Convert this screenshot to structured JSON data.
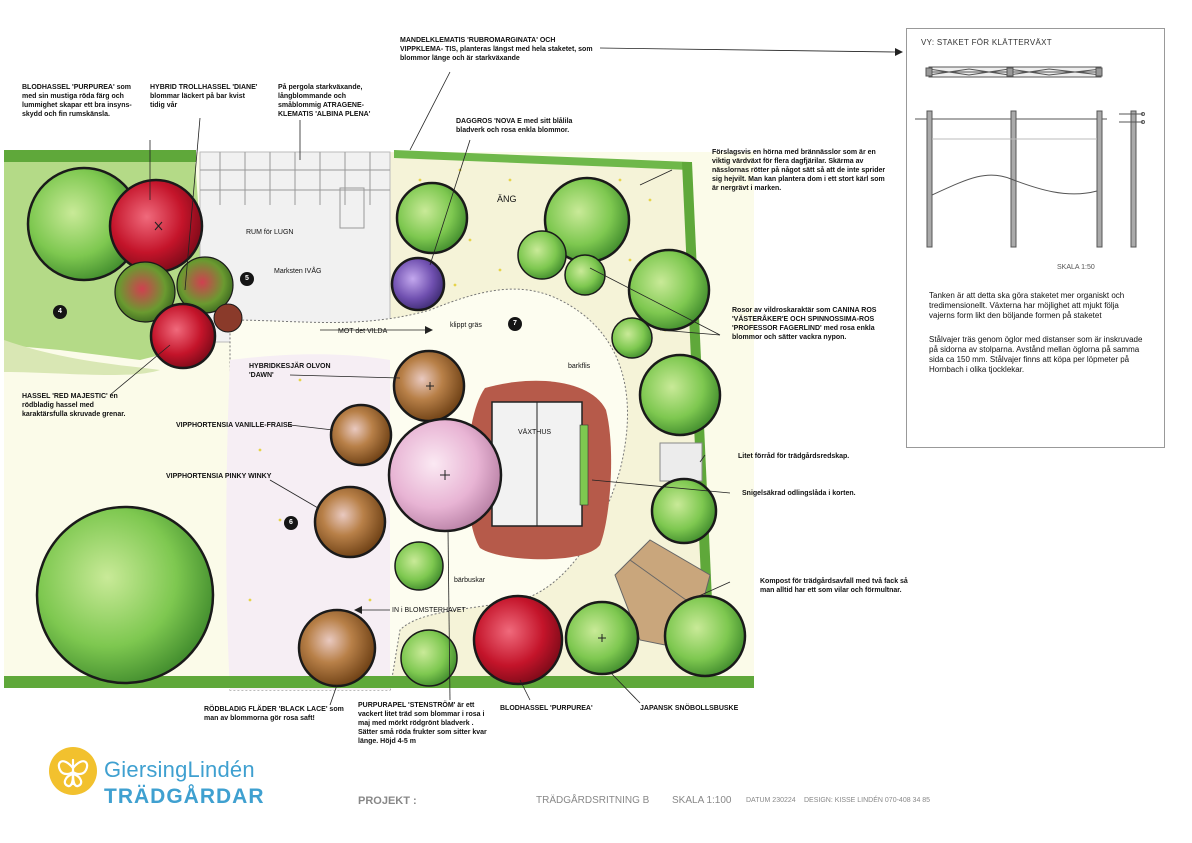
{
  "brand": {
    "name": "GiersingLindén",
    "sub": "TRÄDGÅRDAR",
    "color": "#3fa0d0",
    "accent": "#f2c12e",
    "icon": "butterfly-logo-icon"
  },
  "footer": {
    "project": "PROJEKT :",
    "title": "TRÄDGÅRDSRITNING B",
    "scale": "SKALA 1:100",
    "date": "DATUM 230224",
    "design": "DESIGN: KISSE LINDÉN 070-408 34 85"
  },
  "detail": {
    "title": "VY: STAKET FÖR KLÄTTERVÄXT",
    "scale": "SKALA 1:50",
    "text1": "Tanken är att detta ska göra staketet mer organiskt och tredimensionellt. Växterna har möjlighet att mjukt följa vajerns form likt den böljande formen på staketet",
    "text2": "Stålvajer träs genom öglor med distanser som är inskruvade på sidorna av stolparna. Avstånd mellan öglorna på samma sida ca 150 mm. Stålvajer finns att köpa per löpmeter på Hornbach i olika tjocklekar."
  },
  "areas": {
    "rum": "RUM för LUGN",
    "marksten": "Marksten IVÅG",
    "ang": "ÄNG",
    "mot_vilda": "MOT det VILDA",
    "klippt": "klippt gräs",
    "barkflis": "barkflis",
    "vaxthus": "VÄXTHUS",
    "barbuskar": "bärbuskar",
    "blomsterhavet": "IN i BLOMSTERHAVET"
  },
  "numbers": {
    "n4": "4",
    "n5": "5",
    "n6": "6",
    "n7": "7"
  },
  "labels": {
    "blodhassel1": "BLODHASSEL 'PURPUREA' som med sin mustiga röda färg och lummighet skapar ett bra insyns- skydd och fin rumskänsla.",
    "trollhassel": "HYBRID TROLLHASSEL 'DIANE' blommar läckert på bar kvist tidig vår",
    "pergola": "På pergola starkväxande, långblommande och småblommig ATRAGENE-KLEMATIS 'ALBINA PLENA'",
    "mandelklematis": "MANDELKLEMATIS 'RUBROMARGINATA' OCH VIPPKLEMA- TIS, planteras längst med hela staketet, som blommor länge och är starkväxande",
    "daggros": "DAGGROS 'NOVA E med sitt blålila bladverk och rosa enkla blommor.",
    "brannasslor": "Förslagsvis en hörna med brännässlor som är en viktig värdväxt för flera dagfjärilar. Skärma av nässlornas rötter på något sätt så att de inte sprider sig hejvilt. Man kan plantera dom i ett stort kärl som är nergrävt i marken.",
    "rosor": "Rosor av vildroskaraktär som CANINA ROS 'VÄSTERÅKER'E OCH SPINNOSSIMA-ROS 'PROFESSOR FAGERLIND' med rosa enkla blommor och sätter vackra nypon.",
    "hassel_red": "HASSEL 'RED MAJESTIC' en rödbladig hassel med karaktärsfulla skruvade grenar.",
    "olvon": "HYBRIDKESJÄR OLVON 'DAWN'",
    "vanille": "VIPPHORTENSIA VANILLE-FRAISE",
    "pinky": "VIPPHORTENSIA PINKY WINKY",
    "forrad": "Litet förråd för trädgårdsredskap.",
    "snigel": "Snigelsäkrad odlingslåda i korten.",
    "kompost": "Kompost för trädgårdsavfall med två fack så man alltid har ett som vilar och förmultnar.",
    "flader": "RÖDBLADIG FLÄDER 'BLACK LACE' som man av blommorna gör rosa saft!",
    "purpurapel": "PURPURAPEL 'STENSTRÖM' är ett vackert litet träd som blommar i rosa i maj med mörkt rödgrönt bladverk . Sätter små röda frukter som sitter kvar länge. Höjd 4-5 m",
    "blodhassel2": "BLODHASSEL 'PURPUREA'",
    "snobollsbuske": "JAPANSK SNÖBOLLSBUSKE"
  },
  "colors": {
    "tree_green": "#7ec850",
    "tree_red": "#c4142a",
    "hydrangea_brown": "#8a5a1e",
    "pink": "#e8b4d4",
    "purple": "#7050b0",
    "hedge": "#5fa83a",
    "path": "#f3f1d6"
  }
}
